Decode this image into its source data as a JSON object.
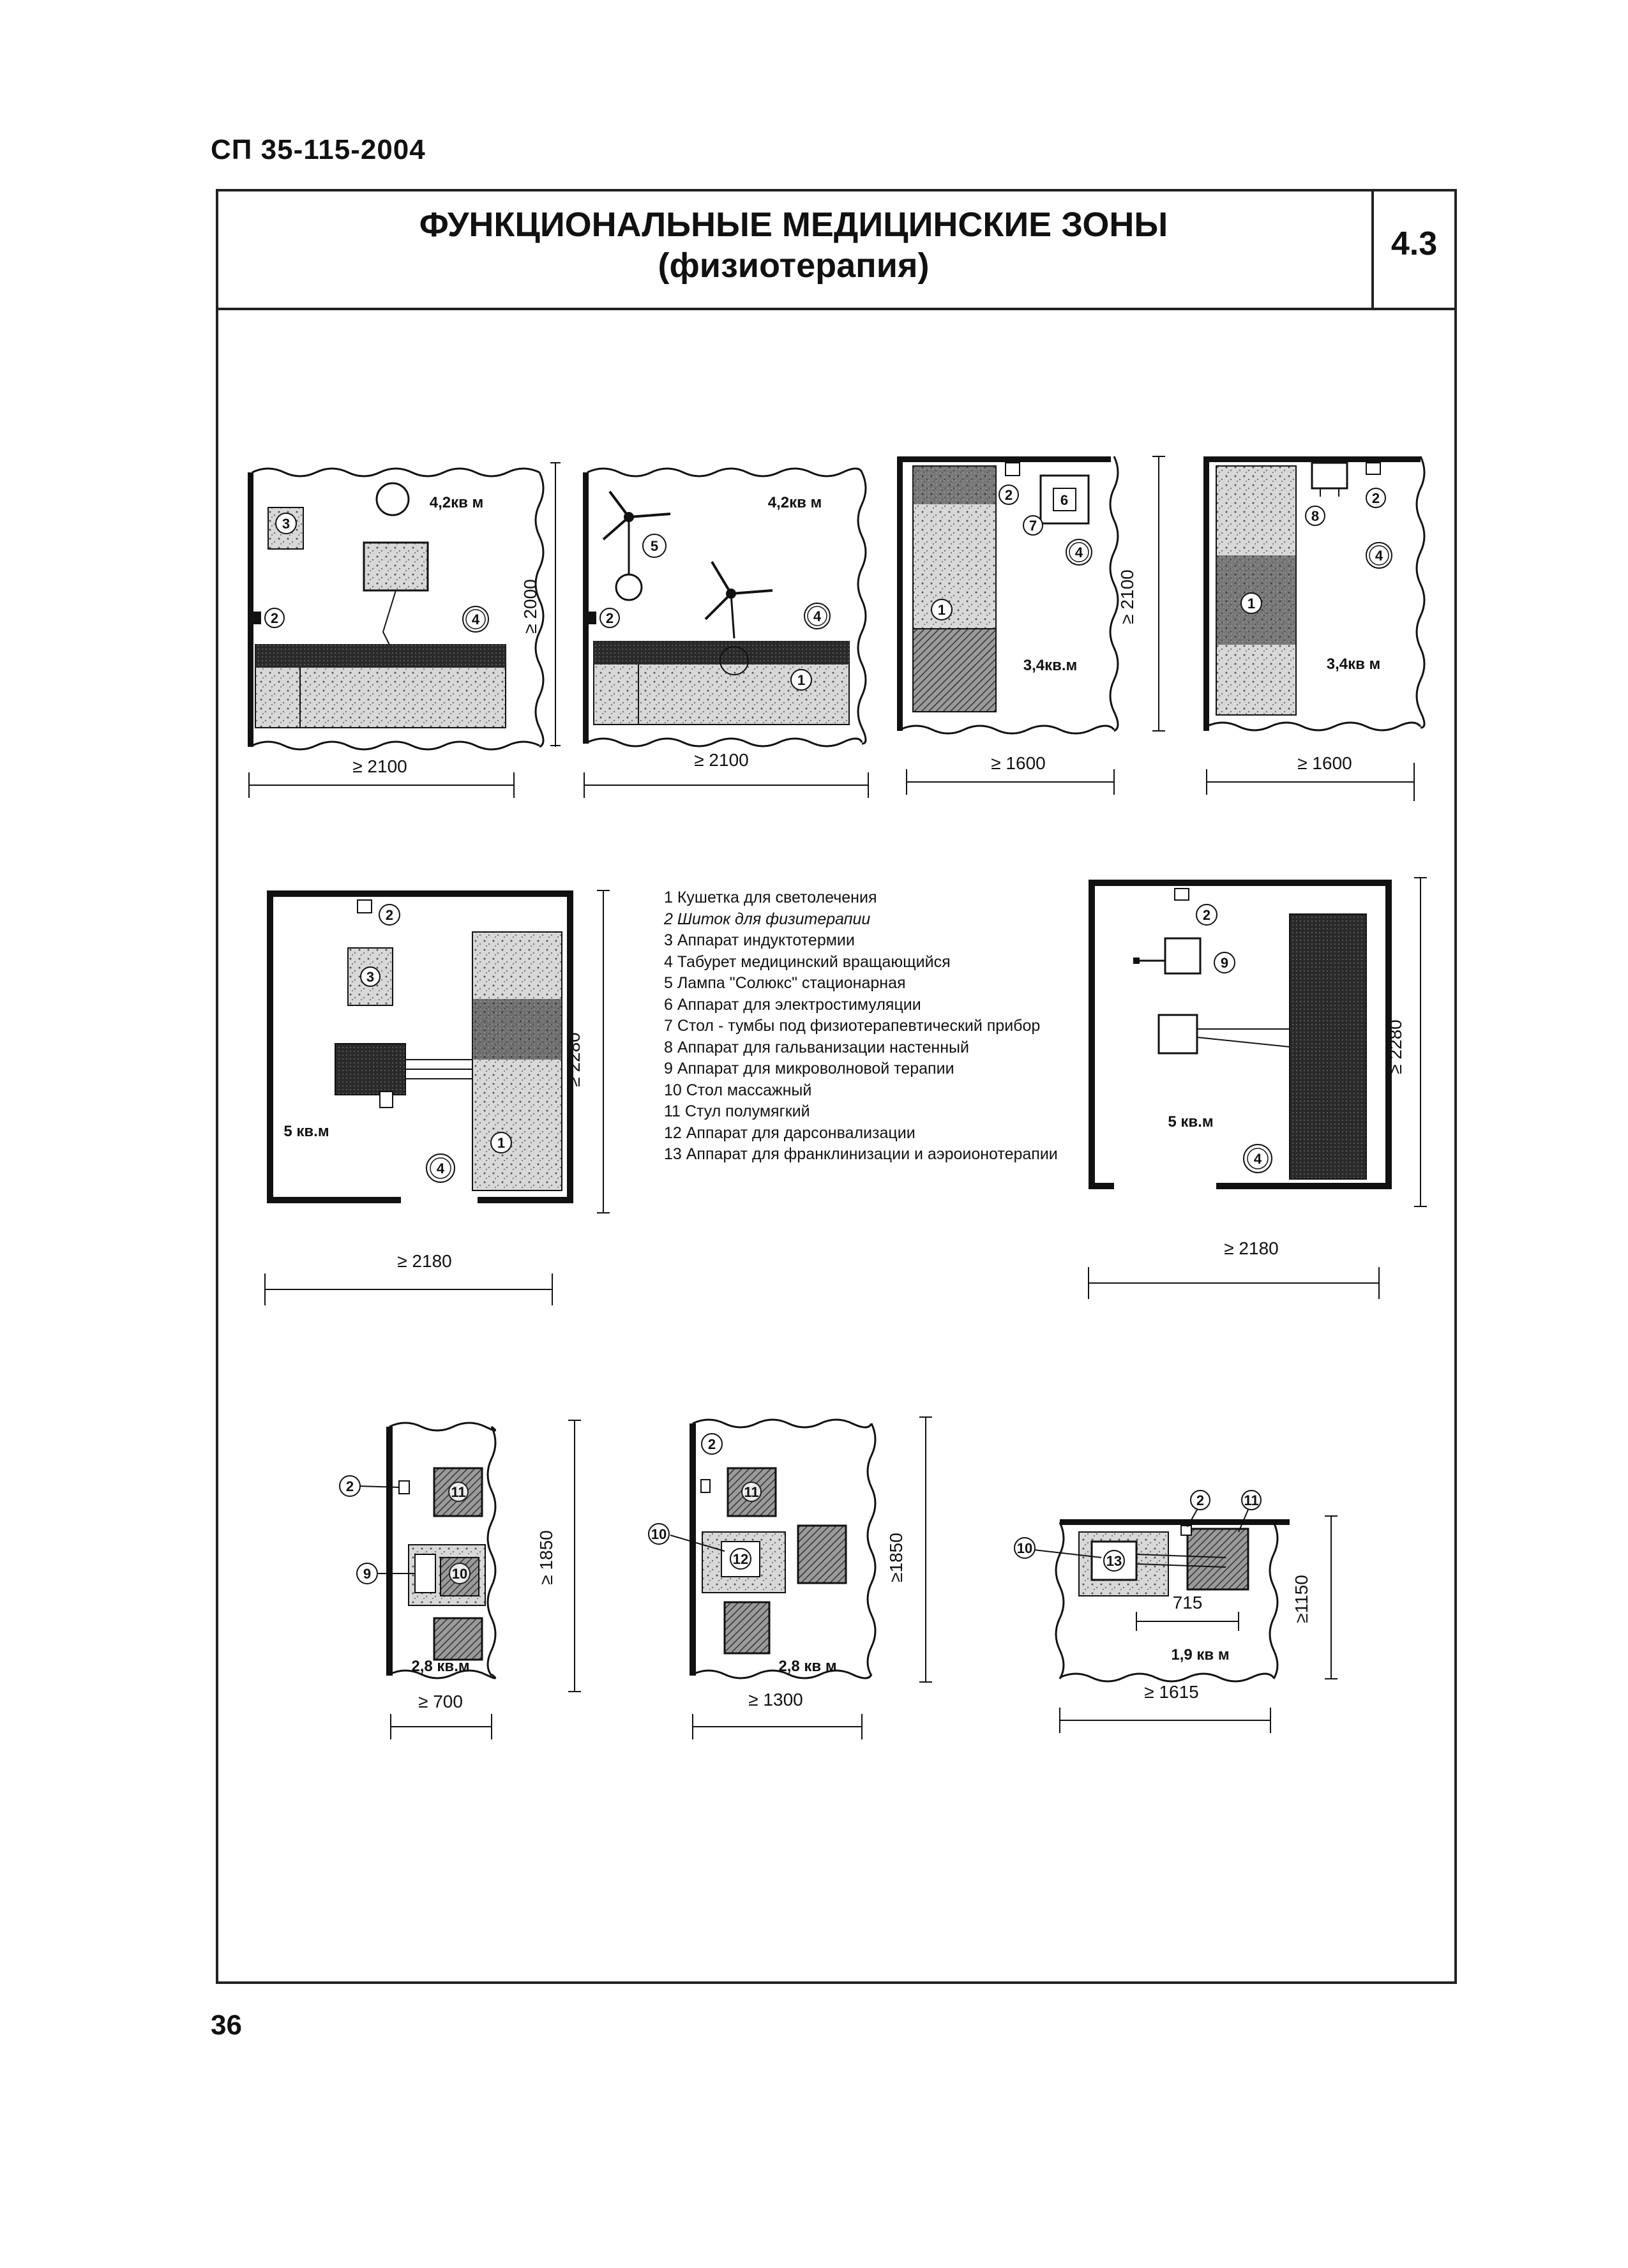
{
  "document": {
    "code": "СП 35-115-2004",
    "page_number": "36",
    "sheet_number": "4.3",
    "title_line1": "ФУНКЦИОНАЛЬНЫЕ МЕДИЦИНСКИЕ ЗОНЫ",
    "title_line2": "(физиотерапия)"
  },
  "legend": [
    "1  Кушетка для светолечения",
    "2  Шиток для физитерапии",
    "3  Аппарат индуктотермии",
    "4  Табурет медицинский вращающийся",
    "5  Лампа \"Солюкс\" стационарная",
    "6  Аппарат для электростимуляции",
    "7  Стол - тумбы под физиотерапевтический прибор",
    "8  Аппарат для гальванизации настенный",
    "9  Аппарат для микроволновой терапии",
    "10  Стол массажный",
    "11  Стул полумягкий",
    "12  Аппарат для дарсонвализации",
    "13  Аппарат для франклинизации и аэроионотерапии"
  ],
  "plans": {
    "p1": {
      "area": "4,2кв м",
      "width": "≥ 2100",
      "height": "≥ 2000"
    },
    "p2": {
      "area": "4,2кв м",
      "width": "≥ 2100"
    },
    "p3": {
      "area": "3,4кв.м",
      "width": "≥  1600",
      "height": "≥ 2100"
    },
    "p4": {
      "area": "3,4кв м",
      "width": "≥ 1600"
    },
    "p5": {
      "area": "5 кв.м",
      "width": "≥ 2180",
      "height": "≥ 2280"
    },
    "p6": {
      "area": "5 кв.м",
      "width": "≥ 2180",
      "height": "≥ 2280"
    },
    "p7": {
      "area": "2,8 кв.м",
      "width": "≥  700",
      "height": "≥ 1850"
    },
    "p8": {
      "area": "2,8 кв м",
      "width": "≥  1300",
      "height": "≥1850"
    },
    "p9": {
      "area": "1,9 кв м",
      "width": "≥ 1615",
      "height": "≥1150",
      "inner": "715"
    }
  },
  "markers": [
    "1",
    "2",
    "3",
    "4",
    "5",
    "6",
    "7",
    "8",
    "9",
    "10",
    "11",
    "12",
    "13"
  ]
}
